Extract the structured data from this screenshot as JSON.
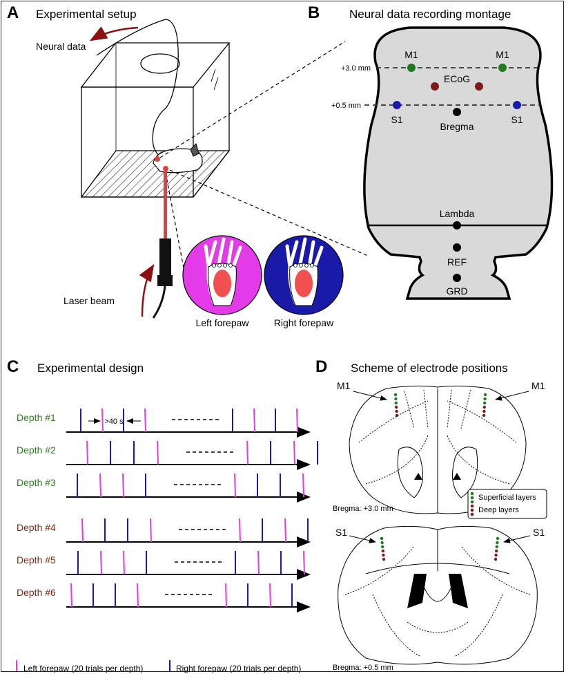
{
  "panels": {
    "A": {
      "letter": "A",
      "title": "Experimental setup",
      "neural_data": "Neural data",
      "laser_beam": "Laser beam",
      "left_forepaw": "Left forepaw",
      "right_forepaw": "Right forepaw"
    },
    "B": {
      "letter": "B",
      "title": "Neural data recording montage",
      "line_30": "+3.0 mm",
      "line_05": "+0.5 mm",
      "m1": "M1",
      "s1": "S1",
      "ecog": "ECoG",
      "bregma": "Bregma",
      "lambda": "Lambda",
      "ref": "REF",
      "grd": "GRD"
    },
    "C": {
      "letter": "C",
      "title": "Experimental design",
      "gap_label": ">40 s",
      "depths": [
        "Depth #1",
        "Depth #2",
        "Depth #3",
        "Depth #4",
        "Depth #5",
        "Depth #6"
      ],
      "legend_left": "Left forepaw (20 trials per depth)",
      "legend_right": "Right forepaw (20 trials per depth)"
    },
    "D": {
      "letter": "D",
      "title": "Scheme of electrode positions",
      "m1": "M1",
      "s1": "S1",
      "bregma_top": "Bregma: +3.0 mm",
      "bregma_bottom": "Bregma: +0.5 mm",
      "legend_superficial": "Superficial layers",
      "legend_deep": "Deep layers"
    }
  },
  "colors": {
    "left_forepaw": "#e43be8",
    "right_forepaw": "#1a1aa8",
    "m1_dot": "#1f7a1f",
    "s1_dot": "#1a1aa8",
    "ecog_dot": "#7a1a1a",
    "upper_depth_label": "#2d7d1a",
    "lower_depth_label": "#7a2a12",
    "arrow": "#8b1010",
    "laser": "#e04040",
    "skull_fill": "#d9d9d9",
    "paw_pad": "#f05050"
  },
  "trial_sequences": [
    [
      "R",
      "L",
      "R",
      "L",
      "gap",
      "R",
      "L",
      "R",
      "L"
    ],
    [
      "L",
      "R",
      "R",
      "L",
      "gap",
      "L",
      "R",
      "L",
      "R"
    ],
    [
      "R",
      "L",
      "L",
      "R",
      "gap",
      "L",
      "R",
      "R",
      "L"
    ],
    [
      "L",
      "R",
      "R",
      "L",
      "gap",
      "L",
      "R",
      "L",
      "R"
    ],
    [
      "R",
      "L",
      "L",
      "R",
      "gap",
      "R",
      "L",
      "R",
      "L"
    ],
    [
      "L",
      "R",
      "R",
      "L",
      "gap",
      "L",
      "R",
      "L",
      "R"
    ]
  ]
}
